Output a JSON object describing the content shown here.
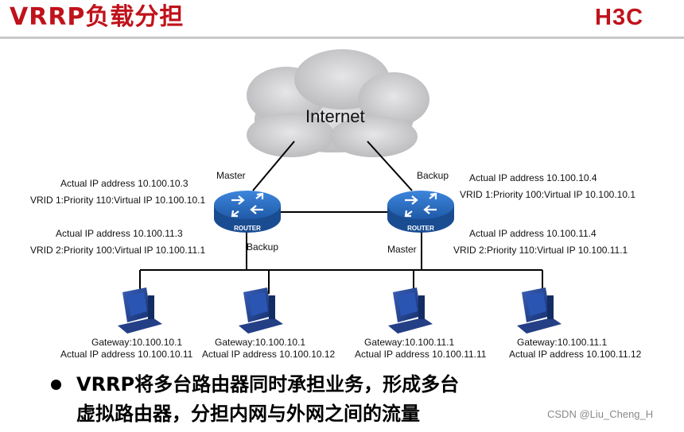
{
  "title": "VRRP负载分担",
  "logo_text": "H3C",
  "cloud_label": "Internet",
  "routers": [
    {
      "badge": "ROUTER",
      "vrid1_role": "Master",
      "vrid2_role": "Backup",
      "actual_ip_vrid1": "Actual IP address 10.100.10.3",
      "vrid1_config": "VRID 1:Priority 110:Virtual IP  10.100.10.1",
      "actual_ip_vrid2": "Actual IP address 10.100.11.3",
      "vrid2_config": "VRID 2:Priority 100:Virtual IP  10.100.11.1"
    },
    {
      "badge": "ROUTER",
      "vrid1_role": "Backup",
      "vrid2_role": "Master",
      "actual_ip_vrid1": "Actual IP address 10.100.10.4",
      "vrid1_config": "VRID 1:Priority 100:Virtual IP  10.100.10.1",
      "actual_ip_vrid2": "Actual IP address 10.100.11.4",
      "vrid2_config": "VRID 2:Priority 110:Virtual IP  10.100.11.1"
    }
  ],
  "hosts": [
    {
      "gateway": "Gateway:10.100.10.1",
      "actual_ip": "Actual IP address 10.100.10.11"
    },
    {
      "gateway": "Gateway:10.100.10.1",
      "actual_ip": "Actual IP address 10.100.10.12"
    },
    {
      "gateway": "Gateway:10.100.11.1",
      "actual_ip": "Actual IP address 10.100.11.11"
    },
    {
      "gateway": "Gateway:10.100.11.1",
      "actual_ip": "Actual IP address 10.100.11.12"
    }
  ],
  "bullet": {
    "line1": "VRRP将多台路由器同时承担业务，形成多台",
    "line2": "虚拟路由器，分担内网与外网之间的流量"
  },
  "watermark": "CSDN @Liu_Cheng_H",
  "colors": {
    "brand_red": "#c0121b",
    "router_blue": "#2f6fc4",
    "pc_blue": "#1f3f8f",
    "cloud_gray": "#cfcfd1"
  }
}
